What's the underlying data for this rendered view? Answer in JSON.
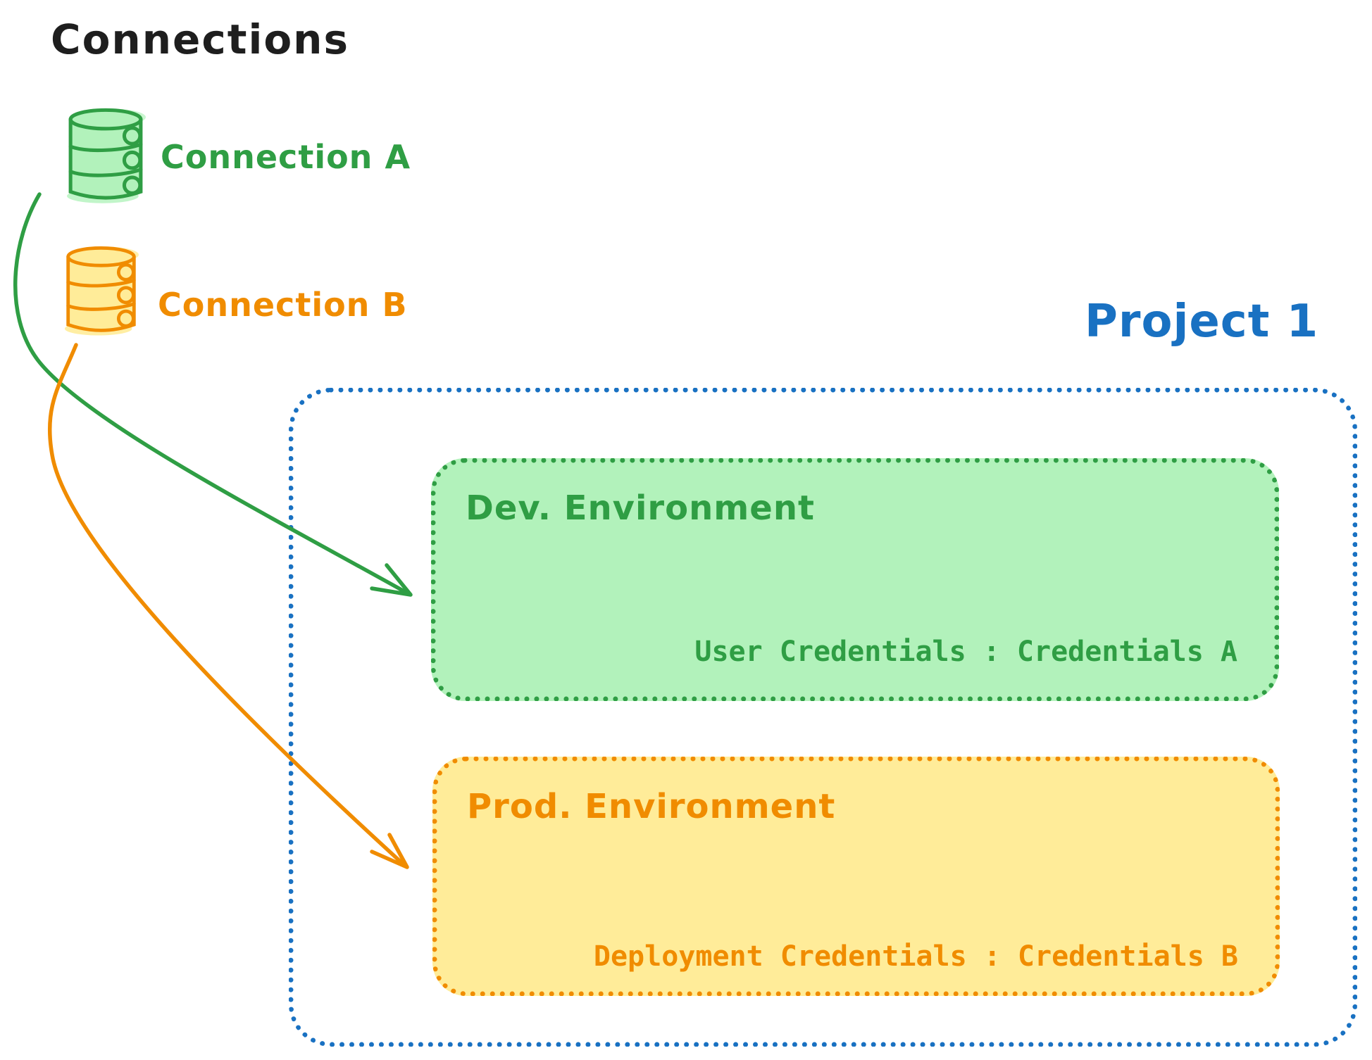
{
  "palette": {
    "text_black": "#1e1e1e",
    "green_stroke": "#2f9e44",
    "green_fill": "#b2f2bb",
    "orange_stroke": "#f08c00",
    "orange_fill": "#ffec99",
    "blue_stroke": "#1971c2"
  },
  "connections": {
    "title": "Connections",
    "items": [
      {
        "icon": "database-icon",
        "label": "Connection A",
        "color": "#2f9e44",
        "fill": "#b2f2bb"
      },
      {
        "icon": "database-icon",
        "label": "Connection B",
        "color": "#f08c00",
        "fill": "#ffec99"
      }
    ]
  },
  "project": {
    "title": "Project 1",
    "color": "#1971c2",
    "environments": [
      {
        "name": "Dev. Environment",
        "credentials": "User Credentials : Credentials A",
        "stroke": "#2f9e44",
        "fill": "#b2f2bb"
      },
      {
        "name": "Prod. Environment",
        "credentials": "Deployment Credentials : Credentials B",
        "stroke": "#f08c00",
        "fill": "#ffec99"
      }
    ]
  },
  "arrows": [
    {
      "name": "connection-a-to-dev-environment",
      "color": "#2f9e44"
    },
    {
      "name": "connection-b-to-prod-environment",
      "color": "#f08c00"
    }
  ]
}
